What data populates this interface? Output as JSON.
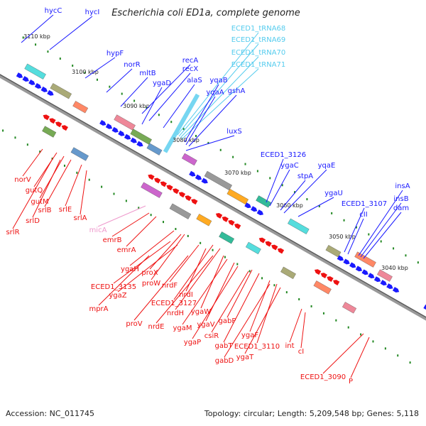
{
  "title": "Escherichia coli ED1a, complete genome",
  "footer": {
    "accession": "Accession: NC_011745",
    "summary": "Topology: circular; Length: 5,209,548 bp; Genes: 5,118"
  },
  "colors": {
    "forward_gene": "#1a1aff",
    "reverse_gene": "#ee1111",
    "trna": "#55ccee",
    "ncrna": "#ee99cc",
    "backbone": "#888888",
    "tick": "#228822"
  },
  "scale_labels": [
    "3110 kbp",
    "3100 kbp",
    "3090 kbp",
    "3080 kbp",
    "3070 kbp",
    "3060 kbp",
    "3050 kbp",
    "3040 kbp"
  ],
  "upper_labels": [
    "hycC",
    "hycI",
    "hypF",
    "norR",
    "mltB",
    "recA",
    "recX",
    "ygaD",
    "alaS",
    "ECED1_tRNA68",
    "ECED1_tRNA69",
    "ECED1_tRNA70",
    "ECED1_tRNA71",
    "yqaB",
    "yqaA",
    "gshA",
    "luxS",
    "ECED1_3126",
    "ygaC",
    "stpA",
    "yqaE",
    "ygaU",
    "ECED1_3107",
    "cII",
    "insA",
    "insB",
    "dam"
  ],
  "lower_labels": [
    "norV",
    "gutQ",
    "gutM",
    "srlB",
    "srlD",
    "srlR",
    "srlE",
    "srlA",
    "micA",
    "emrB",
    "emrA",
    "ygaH",
    "proX",
    "ECED1_3135",
    "proW",
    "ygaZ",
    "mprA",
    "nrdF",
    "nrdI",
    "ECED1_3127",
    "nrdH",
    "proV",
    "nrdE",
    "ygaW",
    "ygaM",
    "ygaV",
    "ygaP",
    "gabP",
    "csiR",
    "gabT",
    "ygaF",
    "ECED1_3110",
    "gabD",
    "ygaT",
    "int",
    "cI",
    "ECED1_3090",
    "P"
  ]
}
